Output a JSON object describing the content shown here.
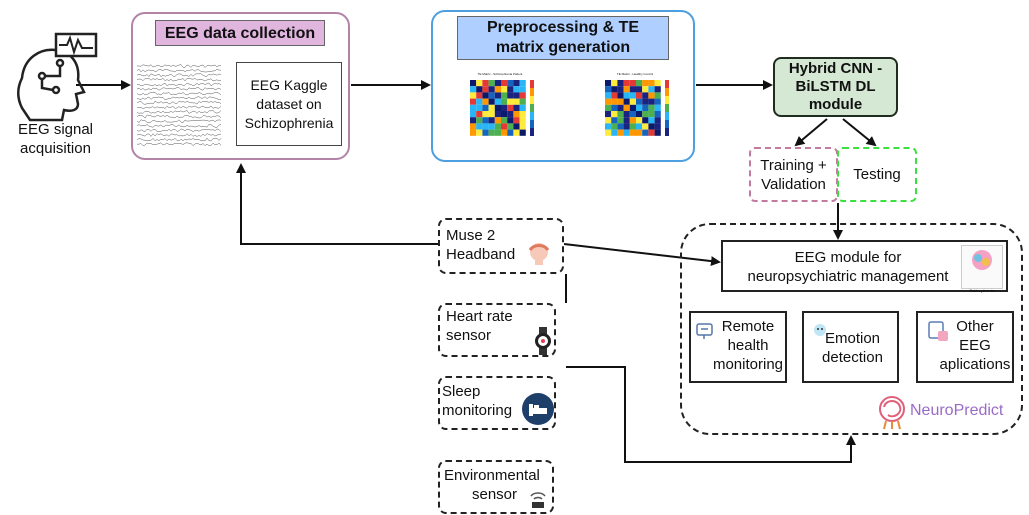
{
  "acquisition": {
    "label_line1": "EEG signal",
    "label_line2": "acquisition"
  },
  "eeg_collection": {
    "title": "EEG data collection",
    "dataset_line1": "EEG Kaggle",
    "dataset_line2": "dataset on",
    "dataset_line3": "Schizophrenia"
  },
  "preprocessing": {
    "title_line1": "Preprocessing & TE",
    "title_line2": "matrix generation",
    "matrix_left_caption": "TE Matrix - Schizophrenia Patient",
    "matrix_right_caption": "TE Matrix - Healthy Control"
  },
  "model": {
    "line1": "Hybrid CNN -",
    "line2": "BiLSTM DL",
    "line3": "module"
  },
  "training": {
    "line1": "Training +",
    "line2": "Validation"
  },
  "testing": {
    "label": "Testing"
  },
  "sensors": {
    "muse_line1": "Muse 2",
    "muse_line2": "Headband",
    "heart_line1": "Heart rate",
    "heart_line2": "sensor",
    "sleep_line1": "Sleep",
    "sleep_line2": "monitoring",
    "env_line1": "Environmental",
    "env_line2": "sensor"
  },
  "module": {
    "line1": "EEG module for",
    "line2": "neuropsychiatric management",
    "thumb_caption": "Schizophrenia"
  },
  "apps": {
    "remote_line1": "Remote",
    "remote_line2": "health",
    "remote_line3": "monitoring",
    "emotion_line1": "Emotion",
    "emotion_line2": "detection",
    "other_line1": "Other",
    "other_line2": "EEG",
    "other_line3": "aplications"
  },
  "brand": {
    "name": "NeuroPredict"
  },
  "colors": {
    "collection_border": "#b184a8",
    "collection_title_bg": "#e0b6df",
    "prep_border": "#4d9fe0",
    "prep_title_bg": "#aecfff",
    "model_bg": "#d5e8d4",
    "training_border": "#c37aa0",
    "testing_border": "#39e03e",
    "brand_color": "#9a6bc6"
  },
  "icons": [
    "head-ai-icon",
    "eeg-wave-icon",
    "headband-icon",
    "smartwatch-icon",
    "sleep-bed-icon",
    "air-sensor-icon",
    "remote-monitor-icon",
    "emotion-icon",
    "eeg-apps-icon",
    "neuropredict-logo"
  ]
}
